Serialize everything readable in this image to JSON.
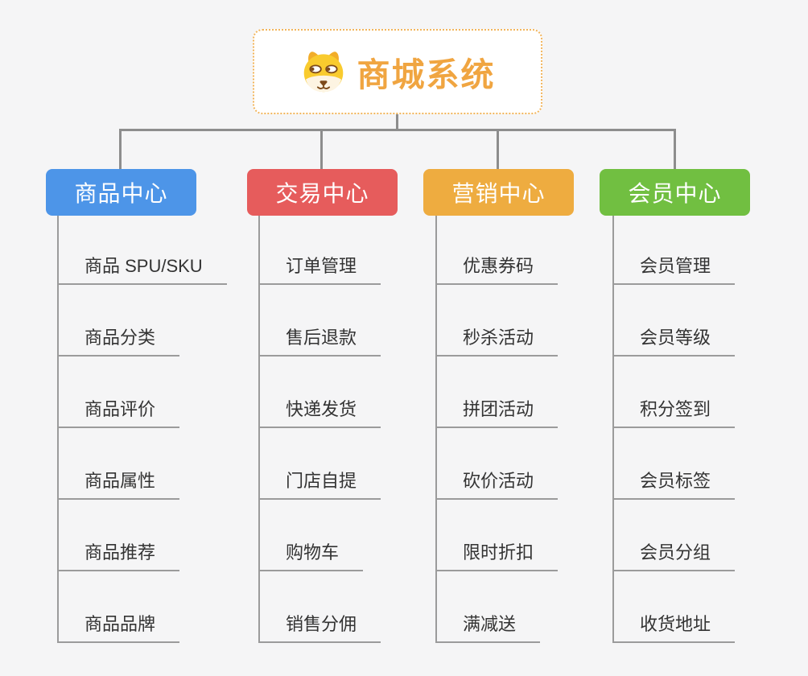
{
  "root": {
    "title": "商城系统",
    "icon": "dog-face-icon",
    "text_color": "#f0a541",
    "border_color": "#f2b55c",
    "background": "#ffffff"
  },
  "branches": [
    {
      "id": "product-center",
      "label": "商品中心",
      "color": "#4d95e8",
      "children": [
        "商品 SPU/SKU",
        "商品分类",
        "商品评价",
        "商品属性",
        "商品推荐",
        "商品品牌"
      ]
    },
    {
      "id": "trade-center",
      "label": "交易中心",
      "color": "#e65c5c",
      "children": [
        "订单管理",
        "售后退款",
        "快递发货",
        "门店自提",
        "购物车",
        "销售分佣"
      ]
    },
    {
      "id": "marketing-center",
      "label": "营销中心",
      "color": "#eeac40",
      "children": [
        "优惠券码",
        "秒杀活动",
        "拼团活动",
        "砍价活动",
        "限时折扣",
        "满减送"
      ]
    },
    {
      "id": "member-center",
      "label": "会员中心",
      "color": "#71bf41",
      "children": [
        "会员管理",
        "会员等级",
        "积分签到",
        "会员标签",
        "会员分组",
        "收货地址"
      ]
    }
  ],
  "colors": {
    "background": "#f5f5f6",
    "connector": "#8d8d8d",
    "branch_line": "#9b9b9b",
    "child_text": "#333333"
  }
}
